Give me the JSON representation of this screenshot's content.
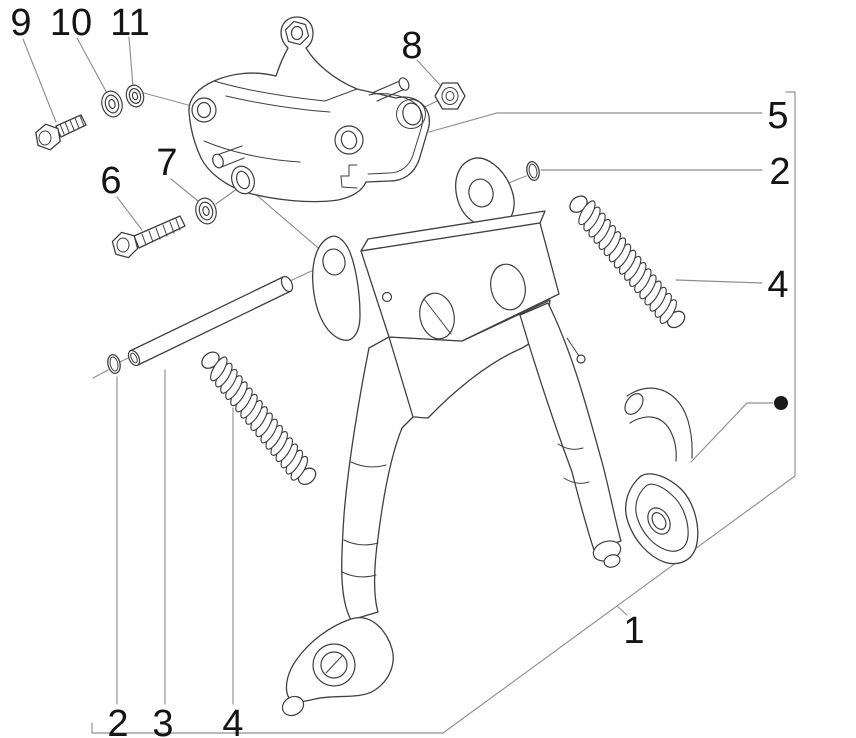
{
  "figure": {
    "kind": "exploded-parts-diagram",
    "subject": "centre stand assembly",
    "callout_numbers_shown": [
      "1",
      "2",
      "3",
      "4",
      "5",
      "6",
      "7",
      "8",
      "9",
      "10",
      "11"
    ]
  },
  "callouts": [
    {
      "label": "9",
      "region": "top-left"
    },
    {
      "label": "10",
      "region": "top-left"
    },
    {
      "label": "11",
      "region": "top-left"
    },
    {
      "label": "8",
      "region": "top-center"
    },
    {
      "label": "5",
      "region": "right"
    },
    {
      "label": "2",
      "region": "right"
    },
    {
      "label": "4",
      "region": "right"
    },
    {
      "label": "6",
      "region": "left"
    },
    {
      "label": "7",
      "region": "left"
    },
    {
      "label": "1",
      "region": "bottom-right"
    },
    {
      "label": "2",
      "region": "bottom-left"
    },
    {
      "label": "3",
      "region": "bottom-left"
    },
    {
      "label": "4",
      "region": "bottom-left"
    }
  ],
  "colors": {
    "background": "#ffffff",
    "line": "#3f3f3f",
    "leader": "#8f8f8f",
    "label": "#141414",
    "marker": "#1a1a1a"
  }
}
